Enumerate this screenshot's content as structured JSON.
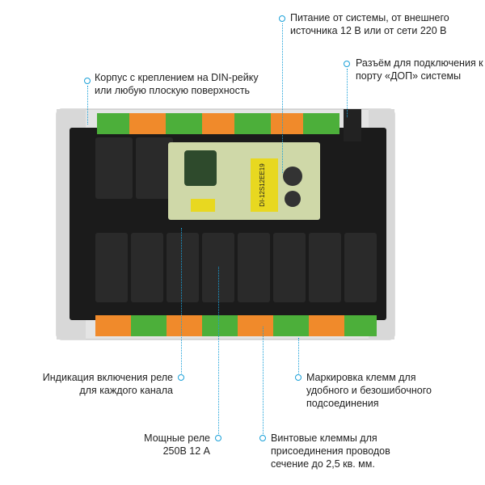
{
  "callouts": {
    "power": [
      "Питание от системы, от внешнего",
      "источника 12 В или от сети 220 В"
    ],
    "connector": [
      "Разъём для подключения к",
      "порту «ДОП» системы"
    ],
    "case": [
      "Корпус с креплением на DIN-рейку",
      "или любую плоскую поверхность"
    ],
    "indication": [
      "Индикация включения реле",
      "для каждого канала"
    ],
    "marking": [
      "Маркировка клемм для",
      "удобного и безошибочного",
      "подсоединения"
    ],
    "relays": [
      "Мощные реле",
      "250В 12 А"
    ],
    "terminals": [
      "Винтовые клеммы для",
      "присоединения проводов",
      "сечение до 2,5 кв. мм."
    ]
  },
  "board": {
    "module_label": "DI-12S12EE19",
    "relay_count_top": 2,
    "relay_count_bottom": 8,
    "colors": {
      "accent": "#1aa0d8",
      "pcb": "#1b1b1b",
      "case": "#e4e4e4",
      "terminal_green": "#4caf3a",
      "terminal_orange": "#f08a2b",
      "psu_board": "#cfd8a8",
      "transformer": "#2e4a2c",
      "capacitor": "#e8d820"
    }
  }
}
